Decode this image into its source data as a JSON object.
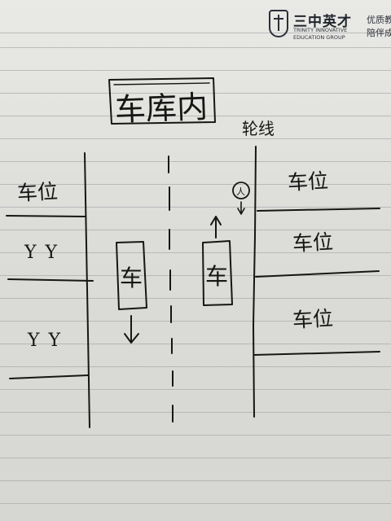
{
  "header": {
    "logo_name": "三中英才",
    "logo_en_line1": "TRINITY INNOVATIVE",
    "logo_en_line2": "EDUCATION GROUP",
    "slogan_line1": "优质教",
    "slogan_line2": "陪伴成"
  },
  "sketch": {
    "title": "车库内",
    "lane_line_label": "轮线",
    "spot_labels": [
      "车位",
      "车位",
      "车位",
      "车位"
    ],
    "marks": [
      "Y Y",
      "Y Y"
    ],
    "car_label": "车",
    "person_label": "人"
  },
  "colors": {
    "ink": "#161616",
    "paper": "#e6e6e3",
    "rule": "#a8a9ad"
  }
}
